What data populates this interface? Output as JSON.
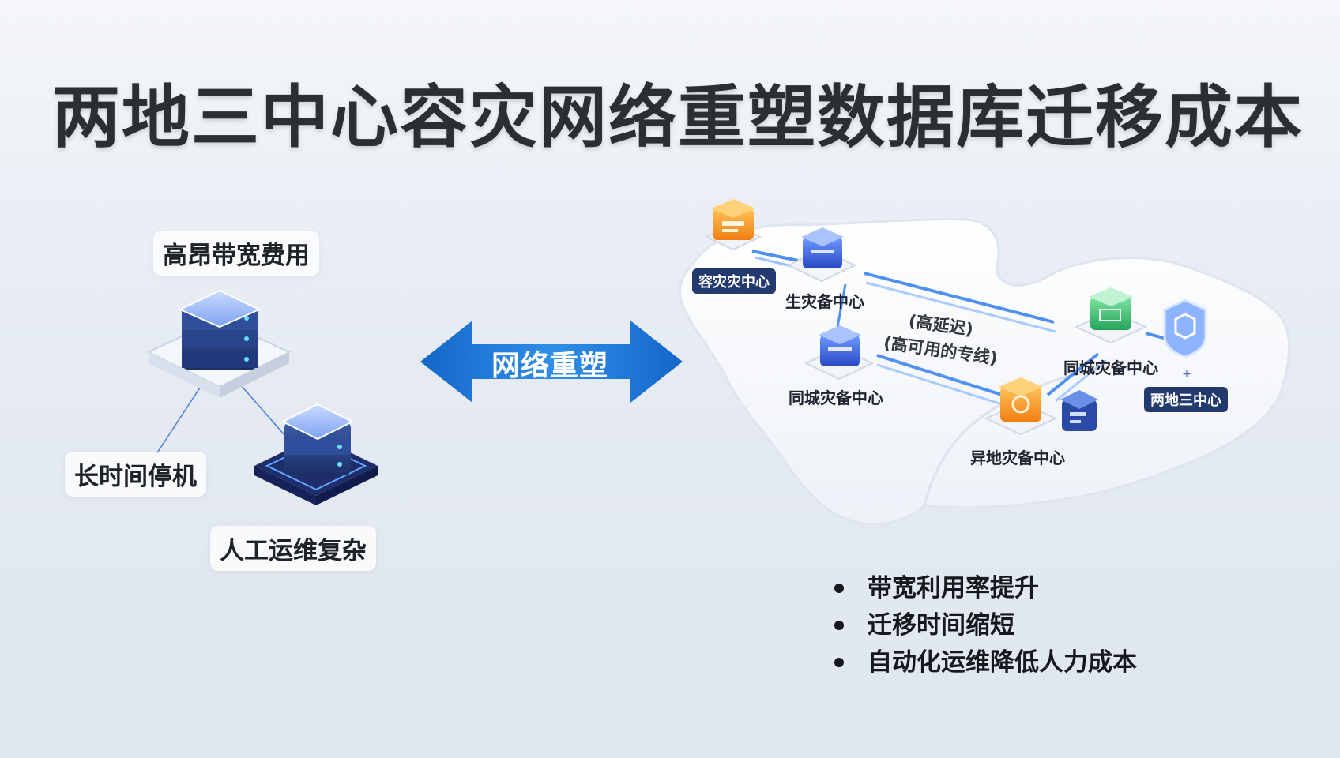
{
  "title": "两地三中心容灾网络重塑数据库迁移成本",
  "left_panel": {
    "labels": [
      "高昂带宽费用",
      "长时间停机",
      "人工运维复杂"
    ]
  },
  "center_arrow": {
    "label": "网络重塑"
  },
  "map": {
    "badge_top": "容灾灾中心",
    "node_top": "生灾备中心",
    "node_mid": "同城灾备中心",
    "node_right": "同城灾备中心",
    "badge_right": "两地三中心",
    "node_bottom": "异地灾备中心",
    "link_text_1": "(高延迟)",
    "link_text_2": "(高可用的专线)"
  },
  "bullets": [
    "带宽利用率提升",
    "迁移时间缩短",
    "自动化运维降低人力成本"
  ],
  "colors": {
    "orange": "#f6921e",
    "blue": "#2f5fd8",
    "green": "#35b86a",
    "navy": "#233a6e",
    "arrow": "#1a7ad6"
  }
}
